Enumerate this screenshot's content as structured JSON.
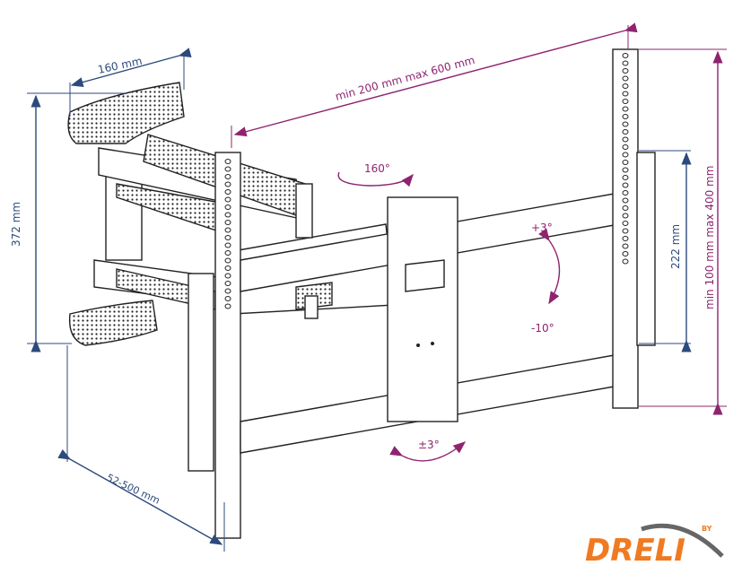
{
  "dimensions": {
    "wall_plate_depth": "160 mm",
    "wall_plate_height": "372 mm",
    "extension": "52-500 mm",
    "horizontal_vesa": "min 200 mm max 600 mm",
    "vertical_vesa": "min 100 mm max 400 mm",
    "rail_spacing": "222 mm"
  },
  "motion": {
    "swivel": "160°",
    "tilt_up": "+3°",
    "tilt_down": "-10°",
    "rotation": "±3°"
  },
  "logo": {
    "text": "DRELI",
    "superscript": "BY"
  },
  "colors": {
    "dimension": "#2c4a7c",
    "motion": "#8e2470",
    "logo": "#f07a22",
    "logo_swoosh": "#666666"
  }
}
